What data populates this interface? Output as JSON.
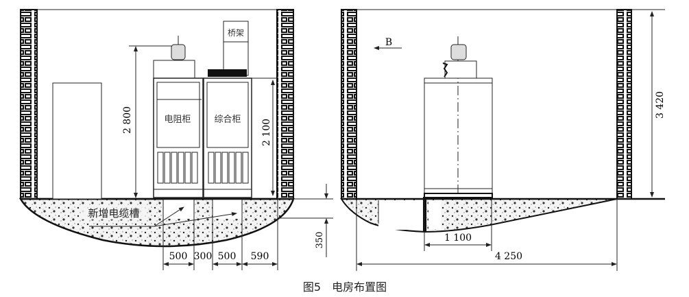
{
  "caption": "图5　电房布置图",
  "left_view": {
    "bridge_label": "桥架",
    "cabinet_1_label": "电阻柜",
    "cabinet_2_label": "综合柜",
    "trench_label": "新增电缆槽",
    "dim_height_total": "2 800",
    "dim_height_cabinet": "2 100",
    "dim_trench_depth": "350",
    "dim_widths": [
      "500",
      "300",
      "500",
      "590"
    ]
  },
  "right_view": {
    "direction_label": "B",
    "dim_room_height": "3 420",
    "dim_cabinet_width": "1 100",
    "dim_room_width": "4 250"
  }
}
